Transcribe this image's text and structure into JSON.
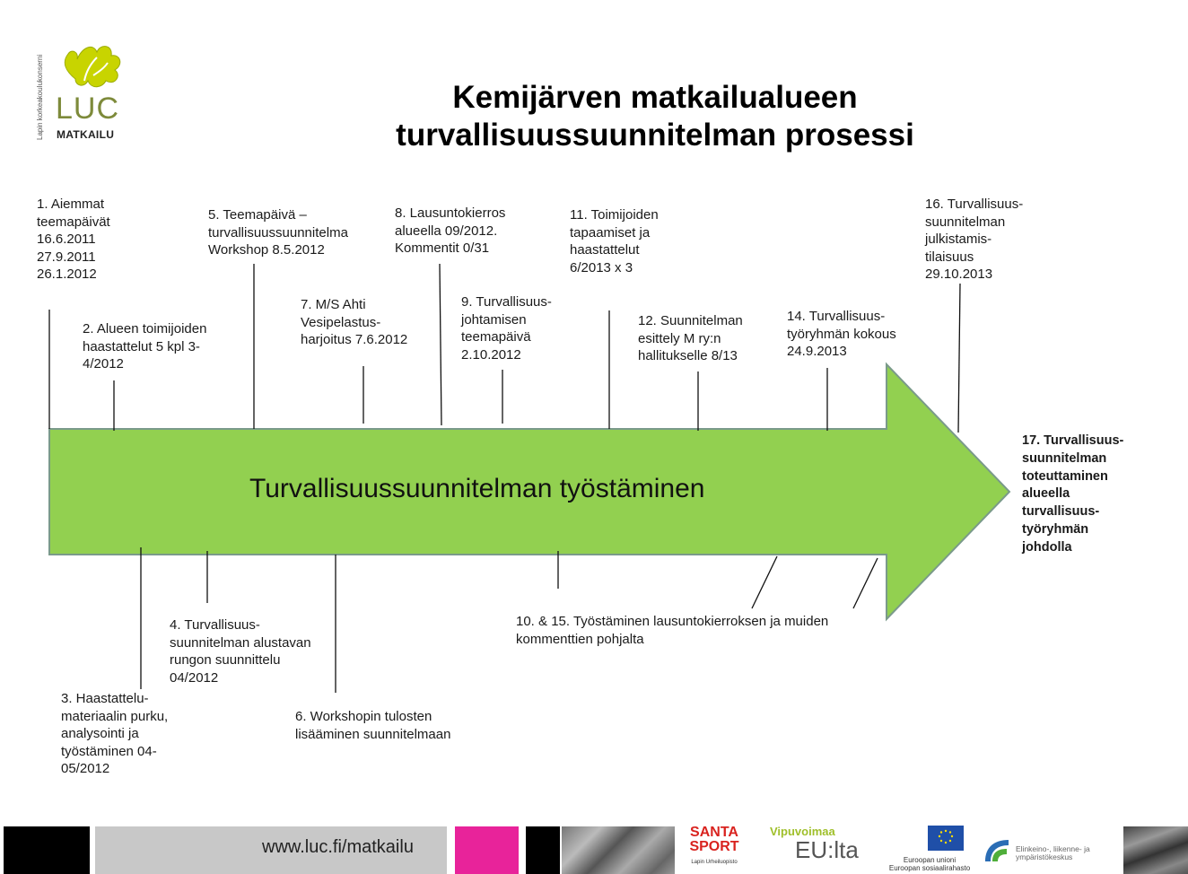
{
  "logo": {
    "vertical_text": "Lapin korkeakoulukonserni",
    "name": "LUC",
    "sub": "MATKAILU"
  },
  "title": {
    "line1": "Kemijärven matkailualueen",
    "line2": "turvallisuussuunnitelman prosessi"
  },
  "arrow_label": "Turvallisuussuunnitelman työstäminen",
  "steps_top": [
    {
      "id": "s1",
      "text": "1. Aiemmat\nteemapäivät\n16.6.2011\n27.9.2011\n26.1.2012"
    },
    {
      "id": "s2",
      "text": "2. Alueen toimijoiden\nhaastattelut 5 kpl 3-\n4/2012"
    },
    {
      "id": "s5",
      "text": "5. Teemapäivä –\nturvallisuussuunnitelma\nWorkshop 8.5.2012"
    },
    {
      "id": "s7",
      "text": "7. M/S Ahti\nVesipelastus-\nharjoitus 7.6.2012"
    },
    {
      "id": "s8",
      "text": "8. Lausuntokierros\nalueella 09/2012.\nKommentit 0/31"
    },
    {
      "id": "s9",
      "text": "9. Turvallisuus-\njohtamisen\nteemapäivä\n2.10.2012"
    },
    {
      "id": "s11",
      "text": "11. Toimijoiden\ntapaamiset ja\nhaastattelut\n6/2013 x 3"
    },
    {
      "id": "s12",
      "text": "12. Suunnitelman\nesittely M ry:n\nhallitukselle 8/13"
    },
    {
      "id": "s14",
      "text": "14. Turvallisuus-\ntyöryhmän kokous\n24.9.2013"
    },
    {
      "id": "s16",
      "text": "16. Turvallisuus-\nsuunnitelman\njulkistamis-\ntilaisuus\n29.10.2013"
    }
  ],
  "steps_bottom": [
    {
      "id": "s3",
      "text": "3. Haastattelu-\nmateriaalin purku,\nanalysointi ja\ntyöstäminen 04-\n05/2012"
    },
    {
      "id": "s4",
      "text": "4. Turvallisuus-\nsuunnitelman alustavan\nrungon suunnittelu\n04/2012"
    },
    {
      "id": "s6",
      "text": "6. Workshopin tulosten\nlisääminen suunnitelmaan"
    },
    {
      "id": "s10",
      "text": "10. & 15. Työstäminen lausuntokierroksen ja muiden\nkommenttien pohjalta"
    }
  ],
  "step_final": "17. Turvallisuus-\nsuunnitelman\ntoteuttaminen\nalueella\nturvallisuus-\ntyöryhmän\njohdolla",
  "footer": {
    "url": "www.luc.fi/matkailu",
    "santa_line1": "SANTA",
    "santa_line2": "SPORT",
    "santa_sub": "Lapin Urheiluopisto",
    "vipu_line1": "Vipuvoimaa",
    "vipu_line2": "EU:lta",
    "eu_text": "Euroopan unioni\nEuroopan sosiaalirahasto",
    "ely_text": "Elinkeino-, liikenne- ja\nympäristökeskus"
  },
  "colors": {
    "arrow_fill": "#92d050",
    "arrow_stroke": "#7a9a8a",
    "magenta": "#e8239a",
    "gray_bar": "#c8c8c8",
    "logo_yellow": "#c8d400",
    "logo_olive": "#7d8a3a"
  }
}
